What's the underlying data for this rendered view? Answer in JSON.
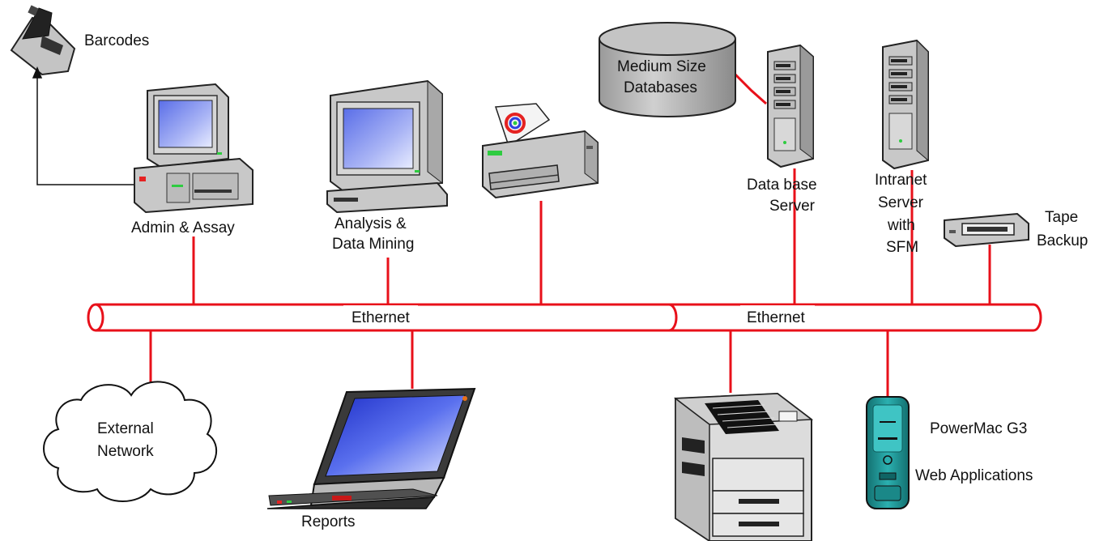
{
  "labels": {
    "barcodes": "Barcodes",
    "admin": "Admin & Assay",
    "analysis_1": "Analysis &",
    "analysis_2": "Data Mining",
    "db_1": "Medium Size",
    "db_2": "Databases",
    "dbserver_1": "Data base",
    "dbserver_2": "Server",
    "intranet_1": "Intranet",
    "intranet_2": "Server",
    "intranet_3": "with",
    "intranet_4": "SFM",
    "tape_1": "Tape",
    "tape_2": "Backup",
    "external_1": "External",
    "external_2": "Network",
    "reports": "Reports",
    "powermac": "PowerMac G3",
    "webapps": "Web Applications",
    "ethernet_left": "Ethernet",
    "ethernet_right": "Ethernet"
  },
  "colors": {
    "network_line": "#e8101a",
    "device_body": "#c8c8c8",
    "device_dark": "#404040",
    "screen": "#7f8ff0",
    "mac_teal": "#1f9a9a"
  },
  "icons": {
    "barcode_scanner": "barcode-scanner-icon",
    "desktop": "desktop-computer-icon",
    "printer": "printer-icon",
    "database": "database-cylinder-icon",
    "server": "tower-server-icon",
    "tape": "tape-drive-icon",
    "cloud": "cloud-icon",
    "laptop": "laptop-icon",
    "copier": "laser-printer-icon",
    "mac": "powermac-icon"
  }
}
